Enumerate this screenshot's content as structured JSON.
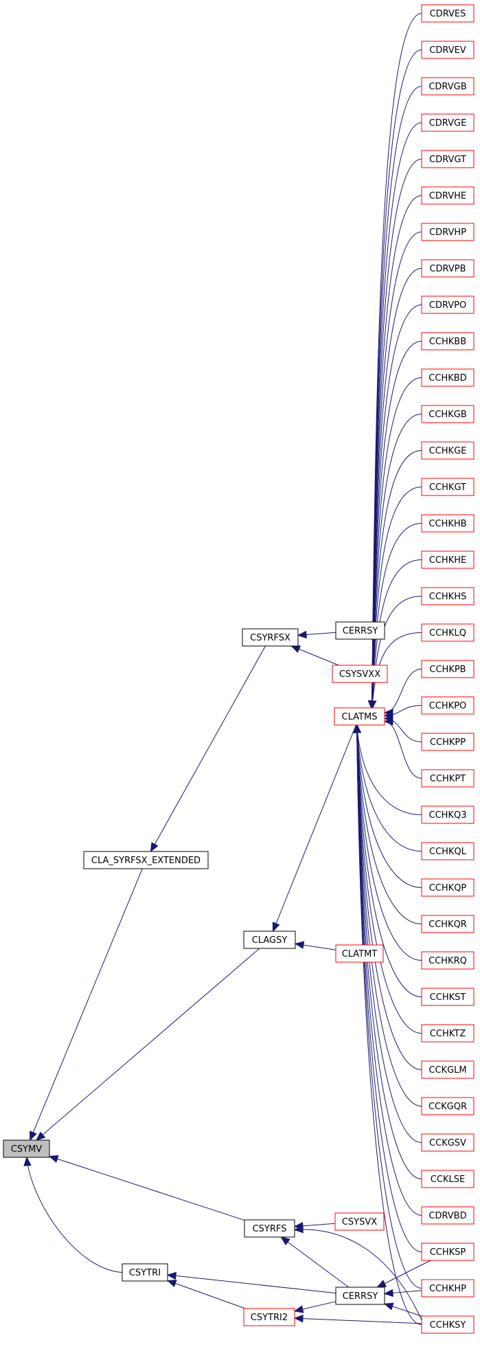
{
  "diagram": {
    "kind": "call-graph",
    "edge_color": "#191970",
    "node_styles": {
      "root": {
        "fill": "#bfbfbf",
        "stroke": "#000000"
      },
      "normal": {
        "fill": "#ffffff",
        "stroke": "#000000"
      },
      "red": {
        "fill": "#ffffff",
        "stroke": "#ff0000"
      }
    },
    "nodes": [
      {
        "id": "csymv",
        "label": "CSYMV",
        "style": "root"
      },
      {
        "id": "cla_syrfsx_extended",
        "label": "CLA_SYRFSX_EXTENDED",
        "style": "normal"
      },
      {
        "id": "csyrfsx",
        "label": "CSYRFSX",
        "style": "normal"
      },
      {
        "id": "cerrsy_top",
        "label": "CERRSY",
        "style": "normal"
      },
      {
        "id": "csysvxx",
        "label": "CSYSVXX",
        "style": "red"
      },
      {
        "id": "clatms",
        "label": "CLATMS",
        "style": "red"
      },
      {
        "id": "clagsy",
        "label": "CLAGSY",
        "style": "normal"
      },
      {
        "id": "clatmt",
        "label": "CLATMT",
        "style": "red"
      },
      {
        "id": "csyrfs",
        "label": "CSYRFS",
        "style": "normal"
      },
      {
        "id": "csysvx",
        "label": "CSYSVX",
        "style": "red"
      },
      {
        "id": "csytri",
        "label": "CSYTRI",
        "style": "normal"
      },
      {
        "id": "csytri2",
        "label": "CSYTRI2",
        "style": "red"
      },
      {
        "id": "cerrsy",
        "label": "CERRSY",
        "style": "normal"
      },
      {
        "id": "cdrves",
        "label": "CDRVES",
        "style": "red"
      },
      {
        "id": "cdrvev",
        "label": "CDRVEV",
        "style": "red"
      },
      {
        "id": "cdrvgb",
        "label": "CDRVGB",
        "style": "red"
      },
      {
        "id": "cdrvge",
        "label": "CDRVGE",
        "style": "red"
      },
      {
        "id": "cdrvgt",
        "label": "CDRVGT",
        "style": "red"
      },
      {
        "id": "cdrvhe",
        "label": "CDRVHE",
        "style": "red"
      },
      {
        "id": "cdrvhp",
        "label": "CDRVHP",
        "style": "red"
      },
      {
        "id": "cdrvpb",
        "label": "CDRVPB",
        "style": "red"
      },
      {
        "id": "cdrvpo",
        "label": "CDRVPO",
        "style": "red"
      },
      {
        "id": "cchkbb",
        "label": "CCHKBB",
        "style": "red"
      },
      {
        "id": "cchkbd",
        "label": "CCHKBD",
        "style": "red"
      },
      {
        "id": "cchkgb",
        "label": "CCHKGB",
        "style": "red"
      },
      {
        "id": "cchkge",
        "label": "CCHKGE",
        "style": "red"
      },
      {
        "id": "cchkgt",
        "label": "CCHKGT",
        "style": "red"
      },
      {
        "id": "cchkhb",
        "label": "CCHKHB",
        "style": "red"
      },
      {
        "id": "cchkhe",
        "label": "CCHKHE",
        "style": "red"
      },
      {
        "id": "cchkhs",
        "label": "CCHKHS",
        "style": "red"
      },
      {
        "id": "cchklq",
        "label": "CCHKLQ",
        "style": "red"
      },
      {
        "id": "cchkpb",
        "label": "CCHKPB",
        "style": "red"
      },
      {
        "id": "cchkpo",
        "label": "CCHKPO",
        "style": "red"
      },
      {
        "id": "cchkpp",
        "label": "CCHKPP",
        "style": "red"
      },
      {
        "id": "cchkpt",
        "label": "CCHKPT",
        "style": "red"
      },
      {
        "id": "cchkq3",
        "label": "CCHKQ3",
        "style": "red"
      },
      {
        "id": "cchkql",
        "label": "CCHKQL",
        "style": "red"
      },
      {
        "id": "cchkqp",
        "label": "CCHKQP",
        "style": "red"
      },
      {
        "id": "cchkqr",
        "label": "CCHKQR",
        "style": "red"
      },
      {
        "id": "cchkrq",
        "label": "CCHKRQ",
        "style": "red"
      },
      {
        "id": "cchkst",
        "label": "CCHKST",
        "style": "red"
      },
      {
        "id": "cchktz",
        "label": "CCHKTZ",
        "style": "red"
      },
      {
        "id": "cckglm",
        "label": "CCKGLM",
        "style": "red"
      },
      {
        "id": "cckgqr",
        "label": "CCKGQR",
        "style": "red"
      },
      {
        "id": "cckgsv",
        "label": "CCKGSV",
        "style": "red"
      },
      {
        "id": "ccklse",
        "label": "CCKLSE",
        "style": "red"
      },
      {
        "id": "cdrvbd",
        "label": "CDRVBD",
        "style": "red"
      },
      {
        "id": "cchksp",
        "label": "CCHKSP",
        "style": "red"
      },
      {
        "id": "cchkhp",
        "label": "CCHKHP",
        "style": "red"
      },
      {
        "id": "cchksy",
        "label": "CCHKSY",
        "style": "red"
      }
    ],
    "edges": [
      [
        "cla_syrfsx_extended",
        "csymv"
      ],
      [
        "clagsy",
        "csymv"
      ],
      [
        "csyrfs",
        "csymv"
      ],
      [
        "csytri",
        "csymv"
      ],
      [
        "csyrfsx",
        "cla_syrfsx_extended"
      ],
      [
        "cerrsy_top",
        "csyrfsx"
      ],
      [
        "csysvxx",
        "csyrfsx"
      ],
      [
        "clatms",
        "clagsy"
      ],
      [
        "clatmt",
        "clagsy"
      ],
      [
        "csysvx",
        "csyrfs"
      ],
      [
        "cerrsy",
        "csyrfs"
      ],
      [
        "cchksy",
        "csyrfs"
      ],
      [
        "cerrsy",
        "csytri"
      ],
      [
        "csytri2",
        "csytri"
      ],
      [
        "cerrsy",
        "csytri2"
      ],
      [
        "cchksy",
        "csytri2"
      ],
      [
        "cchksp",
        "cerrsy"
      ],
      [
        "cchkhp",
        "cerrsy"
      ],
      [
        "cchksy",
        "cerrsy"
      ],
      [
        "cdrves",
        "clatms"
      ],
      [
        "cdrvev",
        "clatms"
      ],
      [
        "cdrvgb",
        "clatms"
      ],
      [
        "cdrvge",
        "clatms"
      ],
      [
        "cdrvgt",
        "clatms"
      ],
      [
        "cdrvhe",
        "clatms"
      ],
      [
        "cdrvhp",
        "clatms"
      ],
      [
        "cdrvpb",
        "clatms"
      ],
      [
        "cdrvpo",
        "clatms"
      ],
      [
        "cchkbb",
        "clatms"
      ],
      [
        "cchkbd",
        "clatms"
      ],
      [
        "cchkgb",
        "clatms"
      ],
      [
        "cchkge",
        "clatms"
      ],
      [
        "cchkgt",
        "clatms"
      ],
      [
        "cchkhb",
        "clatms"
      ],
      [
        "cchkhe",
        "clatms"
      ],
      [
        "cchkhs",
        "clatms"
      ],
      [
        "cchklq",
        "clatms"
      ],
      [
        "cchkpb",
        "clatms"
      ],
      [
        "cchkpo",
        "clatms"
      ],
      [
        "cchkpp",
        "clatms"
      ],
      [
        "cchkpt",
        "clatms"
      ],
      [
        "cchkq3",
        "clatms"
      ],
      [
        "cchkql",
        "clatms"
      ],
      [
        "cchkqp",
        "clatms"
      ],
      [
        "cchkqr",
        "clatms"
      ],
      [
        "cchkrq",
        "clatms"
      ],
      [
        "cchkst",
        "clatms"
      ],
      [
        "cchktz",
        "clatms"
      ],
      [
        "cckglm",
        "clatms"
      ],
      [
        "cckgqr",
        "clatms"
      ],
      [
        "cckgsv",
        "clatms"
      ],
      [
        "ccklse",
        "clatms"
      ],
      [
        "cdrvbd",
        "clatms"
      ],
      [
        "cchksp",
        "clatms"
      ],
      [
        "cchkhp",
        "clatms"
      ],
      [
        "cchksy",
        "clatms"
      ]
    ]
  }
}
